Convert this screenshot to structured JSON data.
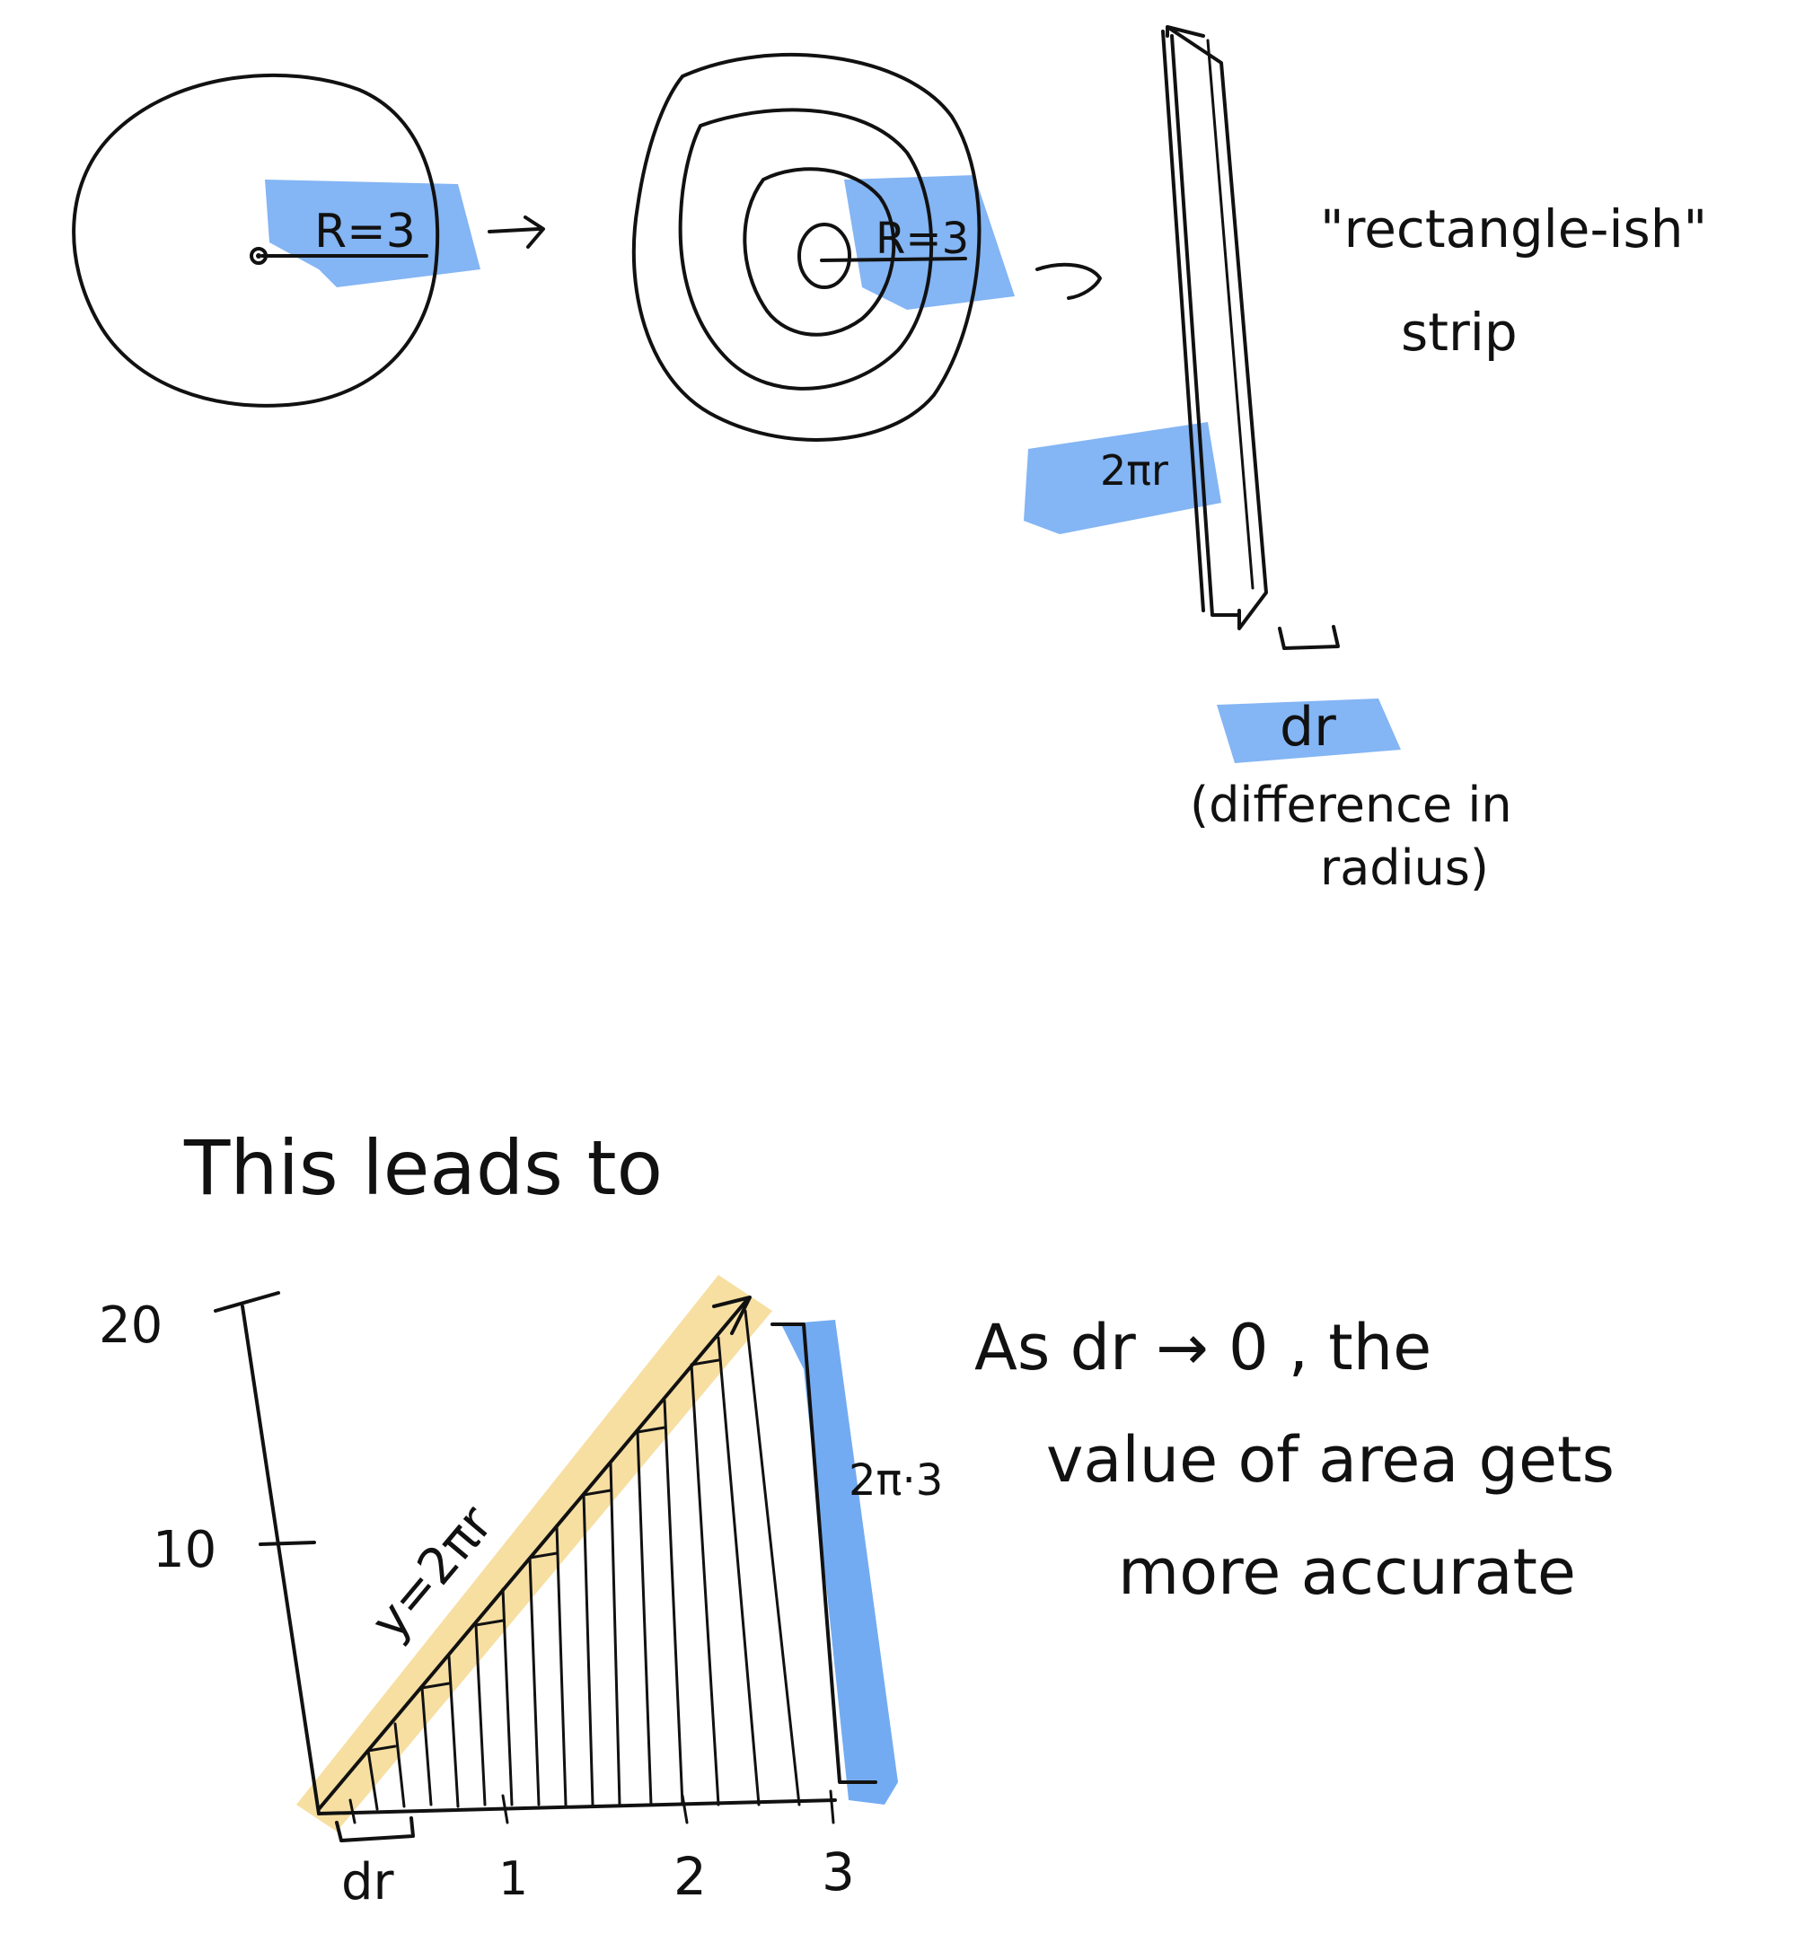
{
  "colors": {
    "ink": "#111111",
    "highlight_blue": "#5b9cf0",
    "highlight_yellow": "#f3d27a",
    "background": "#ffffff"
  },
  "diagram1": {
    "radius_label": "R=3"
  },
  "diagram2": {
    "radius_label": "R=3"
  },
  "strip": {
    "title_line1": "\"rectangle-ish\"",
    "title_line2": "strip",
    "length_label": "2πr",
    "width_label": "dr",
    "width_note_line1": "(difference in",
    "width_note_line2": "radius)"
  },
  "bottom": {
    "heading": "This leads to",
    "explanation_line1": "As  dr → 0 ,  the",
    "explanation_line2": "value of area gets",
    "explanation_line3": "more accurate"
  },
  "graph": {
    "y_tick_20": "20",
    "y_tick_10": "10",
    "x_tick_1": "1",
    "x_tick_2": "2",
    "x_tick_3": "3",
    "line_label": "y=2πr",
    "height_label": "2π·3",
    "dr_label": "dr"
  }
}
